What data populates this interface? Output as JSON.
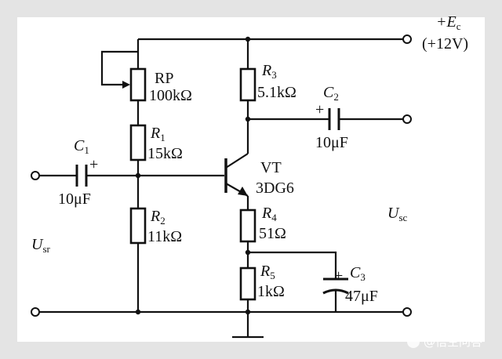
{
  "labels": {
    "ec_main": "+E",
    "ec_sub": "c",
    "ec_value": "(+12V)",
    "rp_name": "RP",
    "rp_value": "100kΩ",
    "r1_name": "R",
    "r1_sub": "1",
    "r1_value": "15kΩ",
    "r2_name": "R",
    "r2_sub": "2",
    "r2_value": "11kΩ",
    "r3_name": "R",
    "r3_sub": "3",
    "r3_value": "5.1kΩ",
    "r4_name": "R",
    "r4_sub": "4",
    "r4_value": "51Ω",
    "r5_name": "R",
    "r5_sub": "5",
    "r5_value": "1kΩ",
    "c1_name": "C",
    "c1_sub": "1",
    "c1_value": "10μF",
    "c2_name": "C",
    "c2_sub": "2",
    "c2_value": "10μF",
    "c3_name": "C",
    "c3_sub": "3",
    "c3_value": "47μF",
    "vt_name": "VT",
    "vt_model": "3DG6",
    "usr_main": "U",
    "usr_sub": "sr",
    "usc_main": "U",
    "usc_sub": "sc",
    "plus": "+"
  },
  "watermark": {
    "text": "@悟空问答"
  }
}
